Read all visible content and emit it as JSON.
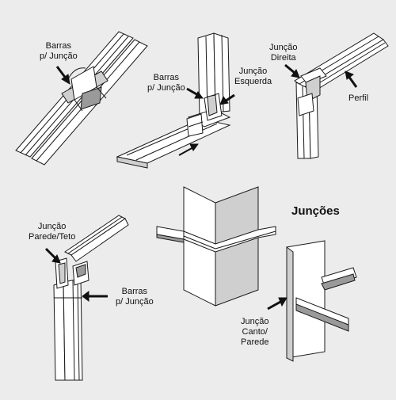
{
  "labels": {
    "barras_1": [
      "Barras",
      "p/ Junção"
    ],
    "barras_2": [
      "Barras",
      "p/ Junção"
    ],
    "juncao_esquerda": [
      "Junção",
      "Esquerda"
    ],
    "juncao_direita": [
      "Junção",
      "Direita"
    ],
    "perfil": [
      "Perfil"
    ],
    "juncao_parede_teto": [
      "Junção",
      "Parede/Teto"
    ],
    "barras_3": [
      "Barras",
      "p/ Junção"
    ],
    "juncao_canto_parede": [
      "Junção",
      "Canto/",
      "Parede"
    ]
  },
  "title": "Junções",
  "colors": {
    "background": "#ececec",
    "line": "#1a1a1a",
    "panel_shade": "#cfcfcf",
    "dark_shade": "#9a9a9a"
  }
}
